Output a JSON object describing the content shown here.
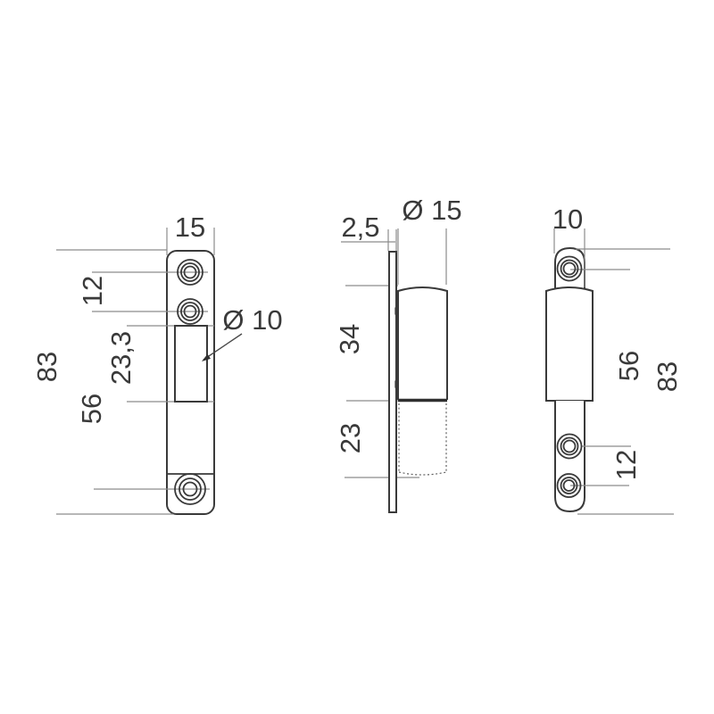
{
  "drawing": {
    "colors": {
      "object_line": "#3a3a3a",
      "dimension_line": "#8c8c8c",
      "text": "#3a3a3a",
      "background": "#ffffff"
    },
    "views": {
      "front": {
        "dims": {
          "plate_width": "15",
          "top_hole_spacing": "12",
          "knuckle_height": "23,3",
          "hole_span": "56",
          "total_height": "83",
          "pin_diameter": "Ø 10"
        }
      },
      "side": {
        "dims": {
          "plate_thickness": "2,5",
          "barrel_diameter": "Ø 15",
          "upper_barrel_height": "34",
          "lower_barrel_height": "23"
        }
      },
      "back": {
        "dims": {
          "tab_width": "10",
          "hole_span": "56",
          "total_height": "83",
          "bottom_hole_spacing": "12"
        }
      }
    }
  }
}
